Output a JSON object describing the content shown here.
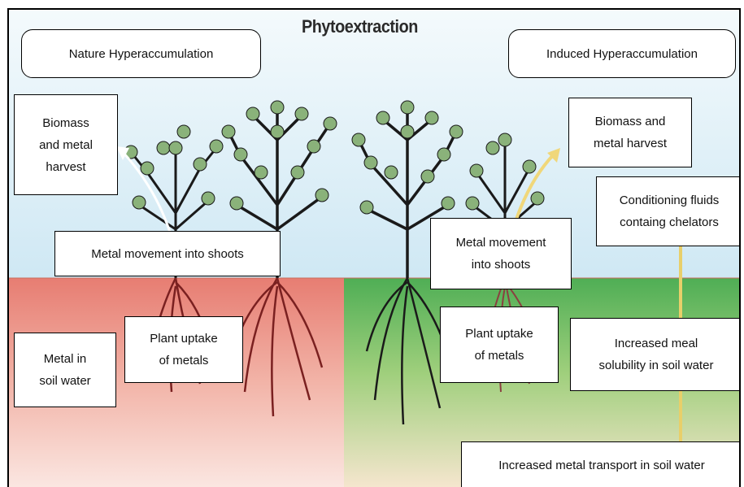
{
  "title": "Phytoextraction",
  "left_heading": "Nature Hyperaccumulation",
  "right_heading": "Induced Hyperaccumulation",
  "labels": {
    "left_biomass": "Biomass\nand metal\nharvest",
    "left_metal_movement": "Metal movement into shoots",
    "left_metal_soil": "Metal in\nsoil water",
    "left_plant_uptake": "Plant uptake\nof metals",
    "right_biomass": "Biomass and\nmetal harvest",
    "right_conditioning": "Conditioning fluids\ncontaing chelators",
    "right_metal_movement": "Metal movement\ninto shoots",
    "right_plant_uptake": "Plant uptake\nof metals",
    "right_increased_solubility": "Increased meal\nsolubility in soil water",
    "right_increased_transport": "Increased metal transport in soil water"
  },
  "colors": {
    "sky": "#d7ecf5",
    "soil_left": "#e8857a",
    "soil_right": "#5fb85c",
    "tree_dark": "#1a1a1a",
    "root_left": "#8a2a2a",
    "arrow_yellow": "#f0d77a"
  }
}
